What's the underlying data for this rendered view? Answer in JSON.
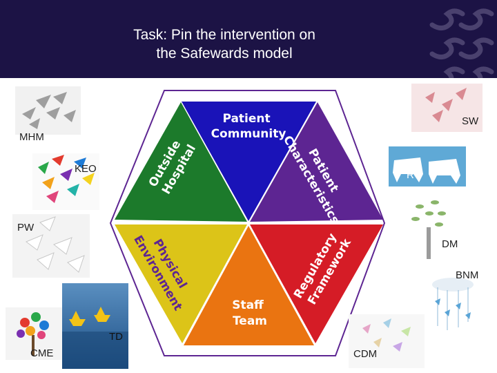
{
  "title": "Task: Pin the intervention on\nthe Safewards model",
  "model": {
    "segments": [
      {
        "id": "patient-community",
        "label": "Patient\nCommunity",
        "color": "#1a13b8",
        "text_color": "#ffffff"
      },
      {
        "id": "patient-characteristics",
        "label": "Patient\nCharacteristics",
        "color": "#5d2592",
        "text_color": "#ffffff"
      },
      {
        "id": "regulatory-framework",
        "label": "Regulatory\nFramework",
        "color": "#d51c26",
        "text_color": "#ffffff"
      },
      {
        "id": "staff-team",
        "label": "Staff\nTeam",
        "color": "#ea7411",
        "text_color": "#ffffff"
      },
      {
        "id": "physical-environment",
        "label": "Physical\nEnvironment",
        "color": "#dcc418",
        "text_color": "#5d2592"
      },
      {
        "id": "outside-hospital",
        "label": "Outside\nHospital",
        "color": "#1c7a2b",
        "text_color": "#ffffff"
      }
    ],
    "outline_color": "#5d2592"
  },
  "interventions": {
    "mhm": "MHM",
    "keo": "KEO",
    "pw": "PW",
    "cme": "CME",
    "td": "TD",
    "sw": "SW",
    "r": "R",
    "dm": "DM",
    "bnm": "BNM",
    "cdm": "CDM"
  }
}
